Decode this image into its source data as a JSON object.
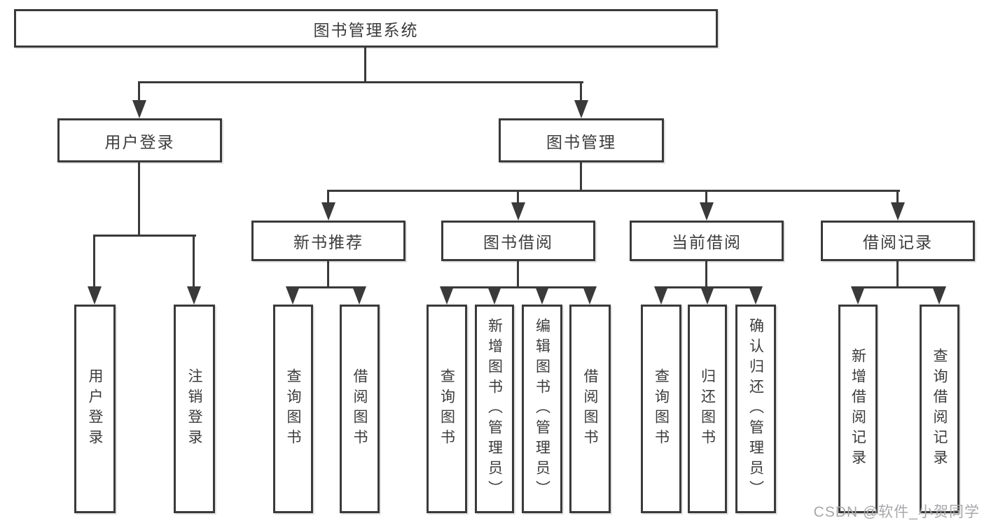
{
  "diagram": {
    "root": {
      "label": "图书管理系统"
    },
    "branches": [
      {
        "label": "用户登录",
        "children": [
          "用户登录",
          "注销登录"
        ]
      },
      {
        "label": "图书管理",
        "children": [
          "新书推荐",
          "图书借阅",
          "当前借阅",
          "借阅记录"
        ]
      }
    ],
    "modules": [
      {
        "label": "新书推荐",
        "parent": "图书管理",
        "children": [
          "查询图书",
          "借阅图书"
        ]
      },
      {
        "label": "图书借阅",
        "parent": "图书管理",
        "children": [
          "查询图书",
          "新增图书（管理员）",
          "编辑图书（管理员）",
          "借阅图书"
        ]
      },
      {
        "label": "当前借阅",
        "parent": "图书管理",
        "children": [
          "查询图书",
          "归还图书",
          "确认归还（管理员）"
        ]
      },
      {
        "label": "借阅记录",
        "parent": "图书管理",
        "children": [
          "新增借阅记录",
          "查询借阅记录"
        ]
      }
    ]
  },
  "watermark": {
    "text": "CSDN @软件_小贺同学",
    "color": "#a8a8ab"
  },
  "colors": {
    "line": "#3a3a3a",
    "text": "#3c3c3e",
    "background": "#ffffff"
  }
}
